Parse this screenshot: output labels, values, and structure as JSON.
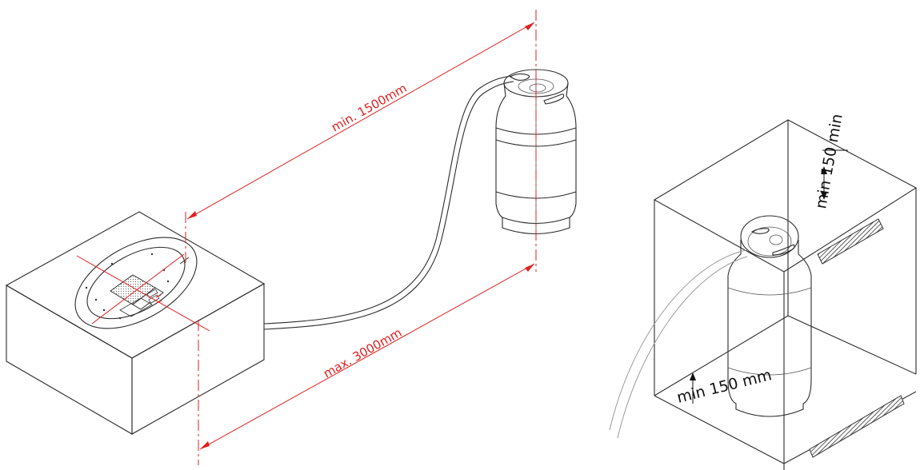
{
  "diagram": {
    "labels": {
      "min_distance": "min. 1500mm",
      "max_distance": "max. 3000mm",
      "clearance_top": "min 150 min",
      "clearance_bottom": "min 150 mm"
    },
    "colors": {
      "dimension": "#e02020",
      "line": "#2b2b2b",
      "vent_hatch": "#333333"
    }
  }
}
